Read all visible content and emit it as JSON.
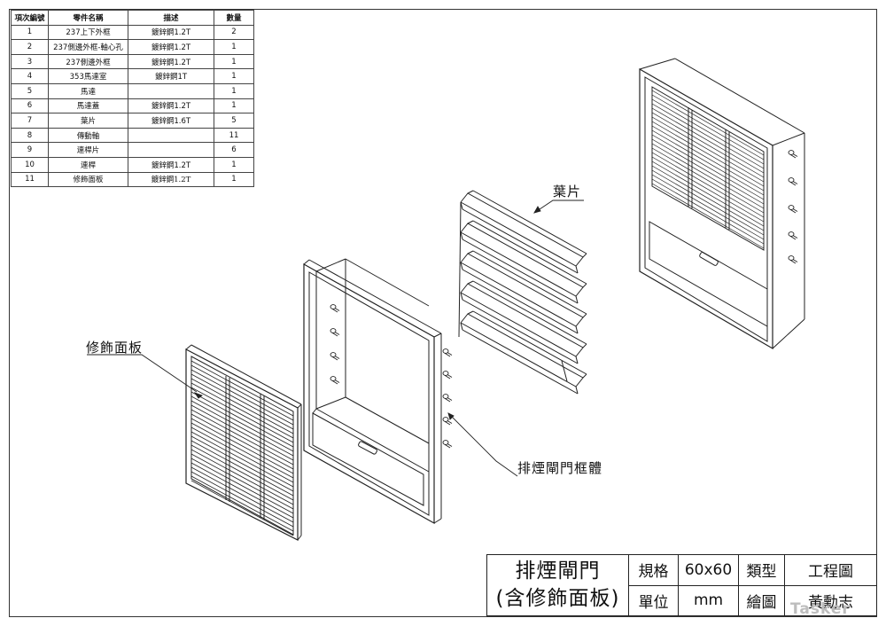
{
  "parts_table": {
    "headers": [
      "項次編號",
      "零件名稱",
      "描述",
      "數量"
    ],
    "rows": [
      [
        "1",
        "237上下外框",
        "鍍鋅鋼1.2T",
        "2"
      ],
      [
        "2",
        "237側邊外框-軸心孔",
        "鍍鋅鋼1.2T",
        "1"
      ],
      [
        "3",
        "237側邊外框",
        "鍍鋅鋼1.2T",
        "1"
      ],
      [
        "4",
        "353馬達室",
        "鍍鋅鋼1T",
        "1"
      ],
      [
        "5",
        "馬達",
        "",
        "1"
      ],
      [
        "6",
        "馬達蓋",
        "鍍鋅鋼1.2T",
        "1"
      ],
      [
        "7",
        "葉片",
        "鍍鋅鋼1.6T",
        "5"
      ],
      [
        "8",
        "傳動軸",
        "",
        "11"
      ],
      [
        "9",
        "連桿片",
        "",
        "6"
      ],
      [
        "10",
        "連桿",
        "鍍鋅鋼1.2T",
        "1"
      ],
      [
        "11",
        "修飾面板",
        "鍍鋅鋼1.2T",
        "1"
      ]
    ]
  },
  "callouts": {
    "blade": "葉片",
    "trim_panel": "修飾面板",
    "frame_body": "排煙閘門框體"
  },
  "title_block": {
    "title_line1": "排煙閘門",
    "title_line2": "(含修飾面板)",
    "spec_label": "規格",
    "spec_value": "60x60",
    "type_label": "類型",
    "type_value": "工程圖",
    "unit_label": "單位",
    "unit_value": "mm",
    "drawn_label": "繪圖",
    "drawn_value": "黃勳志"
  },
  "watermark": "Tasker"
}
